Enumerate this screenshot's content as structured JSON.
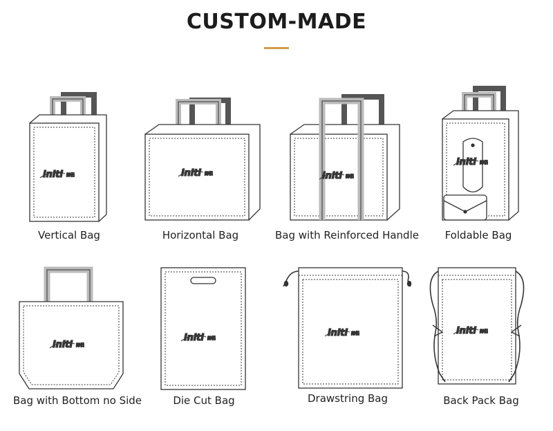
{
  "header": {
    "title": "CUSTOM-MADE",
    "accent_color": "#d29a45"
  },
  "brand_logo": "initi",
  "bags": [
    {
      "label": "Vertical Bag",
      "icon": "vertical-bag-icon"
    },
    {
      "label": "Horizontal Bag",
      "icon": "horizontal-bag-icon"
    },
    {
      "label": "Bag with Reinforced Handle",
      "icon": "reinforced-handle-bag-icon"
    },
    {
      "label": "Foldable Bag",
      "icon": "foldable-bag-icon"
    },
    {
      "label": "Bag with Bottom no Side",
      "icon": "bottom-no-side-bag-icon"
    },
    {
      "label": "Die Cut Bag",
      "icon": "die-cut-bag-icon"
    },
    {
      "label": "Drawstring Bag",
      "icon": "drawstring-bag-icon"
    },
    {
      "label": "Back Pack Bag",
      "icon": "back-pack-bag-icon"
    }
  ]
}
